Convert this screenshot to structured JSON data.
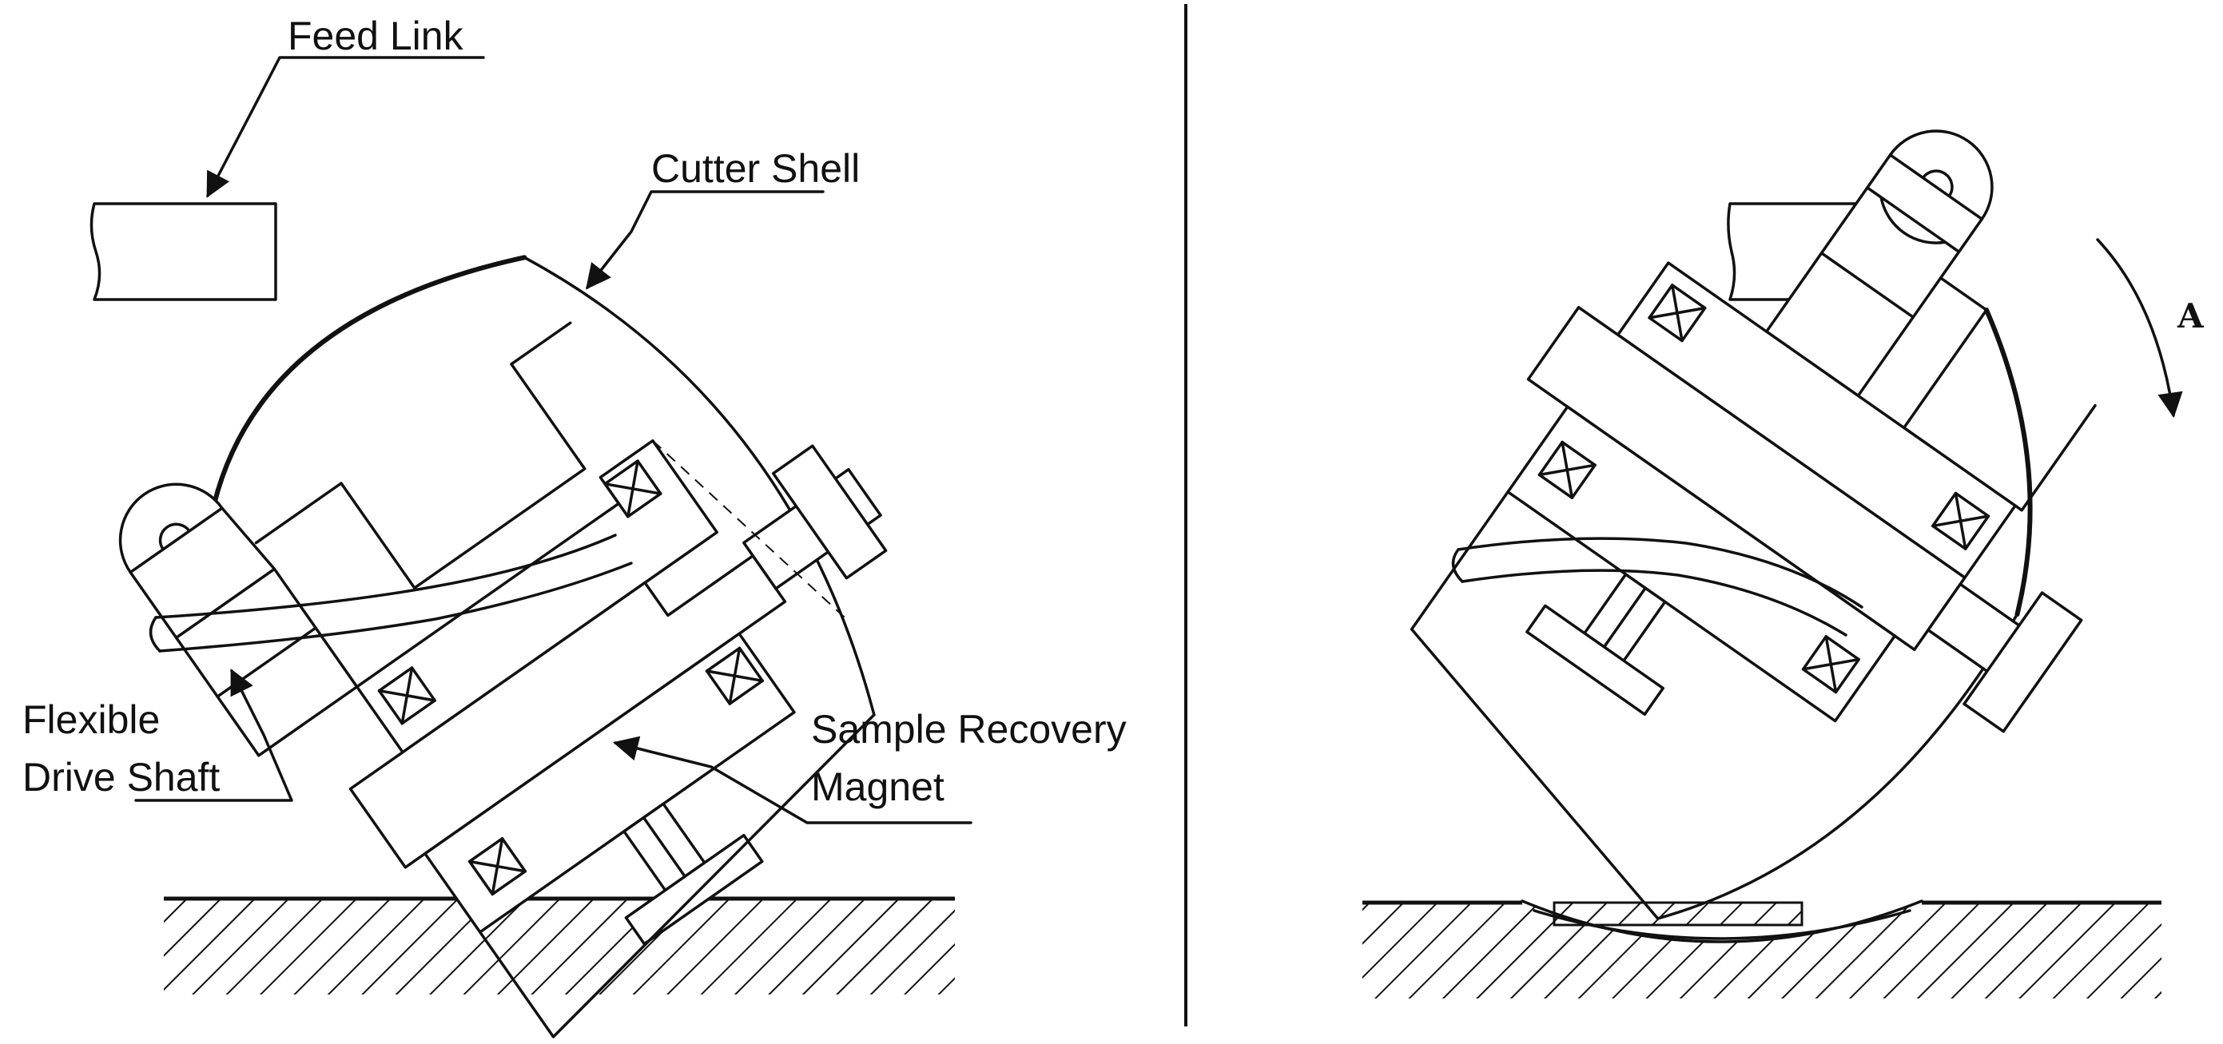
{
  "labels": {
    "feed_link": "Feed Link",
    "cutter_shell": "Cutter Shell",
    "flexible_line1": "Flexible",
    "flexible_line2": "Drive Shaft",
    "sample_line1": "Sample Recovery",
    "sample_line2": "Magnet",
    "arrow_a": "A"
  },
  "colors": {
    "ink": "#111111",
    "background": "#ffffff"
  }
}
